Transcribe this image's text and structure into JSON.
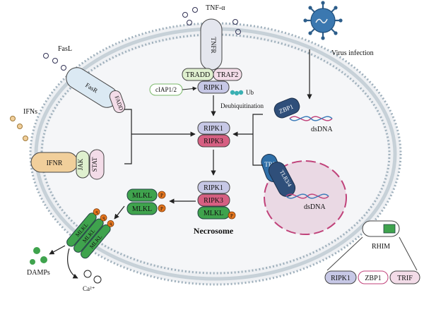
{
  "labels": {
    "tnf": "TNF-α",
    "tnfr": "TNFR",
    "tradd": "TRADD",
    "traf2": "TRAF2",
    "ciap": "cIAP1/2",
    "ripk1": "RIPK1",
    "ub": "Ub",
    "deubiquitination": "Deubiquitination",
    "fasl": "FasL",
    "fasr": "FasR",
    "fadd": "FADD",
    "ifns": "IFNs",
    "ifnr": "IFNR",
    "jak": "JAK",
    "stat": "STAT",
    "virus": "Virus infection",
    "zbp1": "ZBP1",
    "dsdna": "dsDNA",
    "trif": "TRIF",
    "tlr": "TLR3/4",
    "complex_ripk1": "RIPK1",
    "complex_ripk3": "RIPK3",
    "necro_ripk1": "RIPK1",
    "necro_ripk3": "RIPK3",
    "necro_mlkl": "MLKL",
    "necrosome": "Necrosome",
    "mlkl": "MLKL",
    "p": "P",
    "damps": "DAMPs",
    "ca": "Ca²⁺",
    "rhim": "RHIM",
    "legend_ripk1": "RIPK1",
    "legend_zbp1": "ZBP1",
    "legend_trif": "TRIF"
  },
  "colors": {
    "membrane": "#9fb0bc",
    "cytoplasm": "#eef0f3",
    "ripk1": "#c7c8e6",
    "ripk3": "#d65f82",
    "mlkl": "#3fa34d",
    "phospho": "#e6761e",
    "fasr": "#dbe9f3",
    "ifnr": "#f1cf9b",
    "zbp1": "#2f4f7a",
    "trif": "#2f6fa8",
    "endosome": "#ead9e4"
  }
}
